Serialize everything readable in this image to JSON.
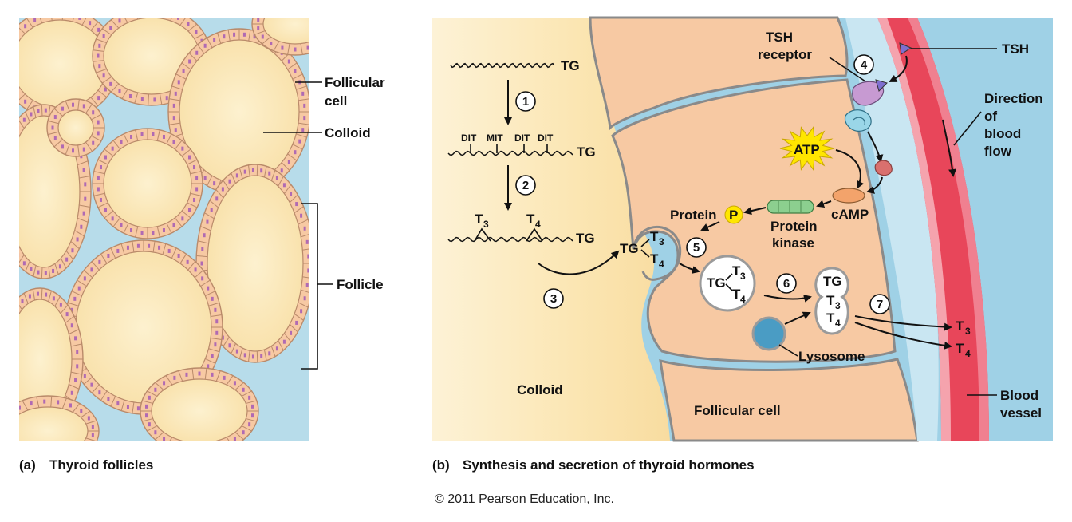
{
  "panel_a": {
    "labels": {
      "follicular_cell_1": "Follicular",
      "follicular_cell_2": "cell",
      "colloid": "Colloid",
      "follicle": "Follicle"
    },
    "caption_letter": "(a)",
    "caption": "Thyroid follicles"
  },
  "panel_b": {
    "tg": "TG",
    "dit": "DIT",
    "mit": "MIT",
    "t": "T",
    "sub3": "3",
    "sub4": "4",
    "steps": [
      "1",
      "2",
      "3",
      "4",
      "5",
      "6",
      "7"
    ],
    "tsh": "TSH",
    "tsh_receptor_1": "TSH",
    "tsh_receptor_2": "receptor",
    "atp": "ATP",
    "camp": "cAMP",
    "protein": "Protein",
    "p": "P",
    "protein_kinase_1": "Protein",
    "protein_kinase_2": "kinase",
    "lysosome": "Lysosome",
    "colloid": "Colloid",
    "follicular_cell": "Follicular cell",
    "direction_1": "Direction",
    "direction_2": "of",
    "direction_3": "blood",
    "direction_4": "flow",
    "blood_vessel_1": "Blood",
    "blood_vessel_2": "vessel",
    "caption_letter": "(b)",
    "caption": "Synthesis and secretion of thyroid hormones"
  },
  "copyright": "© 2011 Pearson Education, Inc.",
  "colors": {
    "colloid": "#fbe6b3",
    "cell": "#f7c9a3",
    "interstitium": "#b7dcea",
    "vessel": "#e8465a",
    "vessel_light": "#f5a3ad",
    "atp": "#ffe600",
    "lysosome": "#4a9cc4"
  }
}
